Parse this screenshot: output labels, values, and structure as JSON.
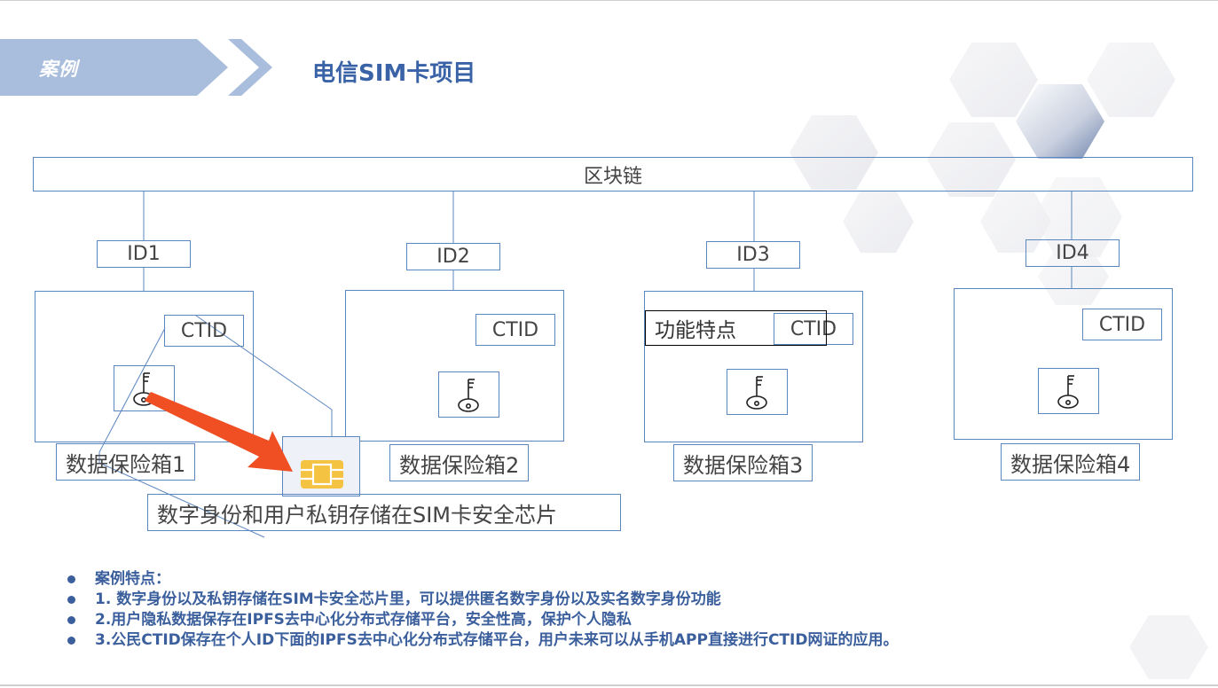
{
  "header": {
    "section_label": "案例",
    "title": "电信SIM卡项目"
  },
  "diagram": {
    "blockchain_label": "区块链",
    "ids": [
      "ID1",
      "ID2",
      "ID3",
      "ID4"
    ],
    "ctid_labels": [
      "CTID",
      "CTID",
      "CTID",
      "CTID"
    ],
    "vault_labels": [
      "数据保险箱1",
      "数据保险箱2",
      "数据保险箱3",
      "数据保险箱4"
    ],
    "feature_overlay_label": "功能特点",
    "storage_label": "数字身份和用户私钥存储在SIM卡安全芯片",
    "icons": {
      "key": "key-icon",
      "chip": "sim-chip-icon",
      "arrow": "arrow-icon"
    },
    "colors": {
      "box_border": "#5b87c0",
      "arrow": "#f04e23",
      "chip": "#f5c342",
      "title": "#3a63a7"
    }
  },
  "features": {
    "heading": "案例特点：",
    "items": [
      "1. 数字身份以及私钥存储在SIM卡安全芯片里，可以提供匿名数字身份以及实名数字身份功能",
      "2.用户隐私数据保存在IPFS去中心化分布式存储平台，安全性高，保护个人隐私",
      "3.公民CTID保存在个人ID下面的IPFS去中心化分布式存储平台，用户未来可以从手机APP直接进行CTID网证的应用。"
    ]
  }
}
